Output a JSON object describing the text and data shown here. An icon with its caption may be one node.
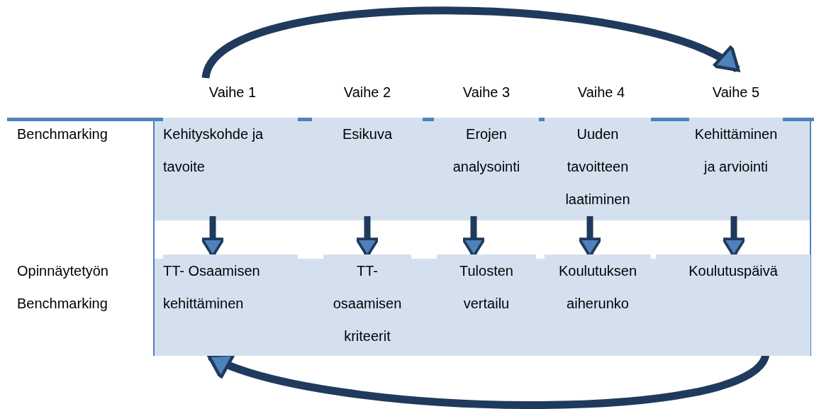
{
  "diagram": {
    "nodes": [
      {
        "text": [
          "Vaihe 1"
        ]
      },
      {
        "text": [
          "Vaihe 2"
        ]
      },
      {
        "text": [
          "Vaihe 3"
        ]
      },
      {
        "text": [
          "Vaihe 4"
        ]
      },
      {
        "text": [
          "Vaihe 5"
        ]
      },
      {
        "text": [
          "Kehityskohde ja tavoite"
        ]
      },
      {
        "text": [
          "Esikuva"
        ]
      },
      {
        "text": [
          "Erojen analysointi"
        ]
      },
      {
        "text": [
          "Uuden tavoitteen laatiminen"
        ]
      },
      {
        "text": [
          "Kehittäminen ja arviointi"
        ]
      },
      {
        "text": [
          "TT- Osaamisen kehittäminen"
        ]
      },
      {
        "text": [
          "TT- osaamisen kriteerit"
        ]
      },
      {
        "text": [
          "Tulosten vertailu"
        ]
      },
      {
        "text": [
          "Koulutuksen aiherunko"
        ]
      },
      {
        "text": [
          "Koulutuspäivä"
        ]
      }
    ],
    "edges": [
      {
        "from": 0,
        "to": 4,
        "arrow": "to"
      },
      {
        "from": 5,
        "to": 10,
        "arrow": "to"
      },
      {
        "from": 6,
        "to": 11,
        "arrow": "to"
      },
      {
        "from": 7,
        "to": 12,
        "arrow": "to"
      },
      {
        "from": 8,
        "to": 13,
        "arrow": "to"
      },
      {
        "from": 9,
        "to": 14,
        "arrow": "to"
      },
      {
        "from": 14,
        "to": 10,
        "arrow": "to"
      }
    ],
    "labels": [
      "Benchmarking",
      "Opinnäytetyön Benchmarking"
    ]
  }
}
